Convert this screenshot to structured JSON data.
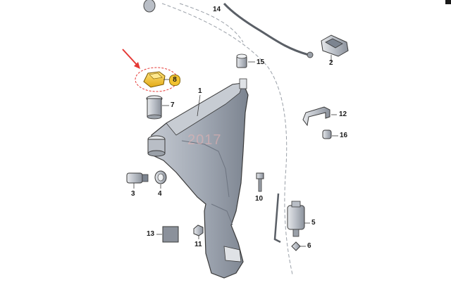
{
  "callouts": {
    "c1": "1",
    "c2": "2",
    "c3": "3",
    "c4": "4",
    "c5": "5",
    "c6": "6",
    "c7": "7",
    "c8": "8",
    "c10": "10",
    "c11": "11",
    "c12": "12",
    "c13": "13",
    "c14": "14",
    "c15": "15",
    "c16": "16"
  },
  "watermark": "2017",
  "colors": {
    "highlight": "#f2c230",
    "arrow": "#e53935",
    "tank": "#a9b0bb",
    "tank_dark": "#6d7480",
    "line": "#4a4a4a"
  }
}
